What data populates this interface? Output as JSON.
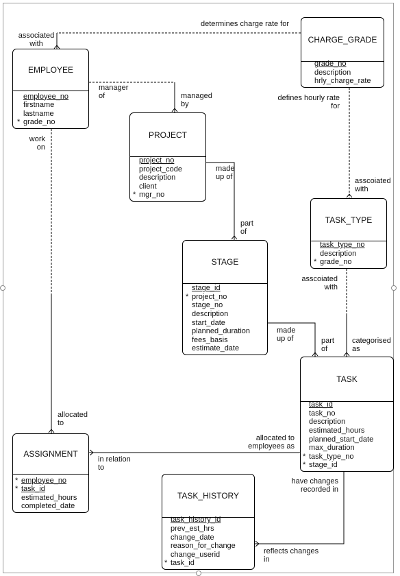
{
  "entities": {
    "employee": {
      "name": "EMPLOYEE",
      "attrs": [
        {
          "text": "employee_no",
          "mark": "",
          "key": true
        },
        {
          "text": "firstname",
          "mark": "",
          "key": false
        },
        {
          "text": "lastname",
          "mark": "",
          "key": false
        },
        {
          "text": "grade_no",
          "mark": "*",
          "key": false
        }
      ]
    },
    "charge_grade": {
      "name": "CHARGE_GRADE",
      "attrs": [
        {
          "text": "grade_no",
          "mark": "",
          "key": true
        },
        {
          "text": "description",
          "mark": "",
          "key": false
        },
        {
          "text": "hrly_charge_rate",
          "mark": "",
          "key": false
        }
      ]
    },
    "project": {
      "name": "PROJECT",
      "attrs": [
        {
          "text": "project_no",
          "mark": "",
          "key": true
        },
        {
          "text": "project_code",
          "mark": "",
          "key": false
        },
        {
          "text": "description",
          "mark": "",
          "key": false
        },
        {
          "text": "client",
          "mark": "",
          "key": false
        },
        {
          "text": "mgr_no",
          "mark": "*",
          "key": false
        }
      ]
    },
    "task_type": {
      "name": "TASK_TYPE",
      "attrs": [
        {
          "text": "task_type_no",
          "mark": "",
          "key": true
        },
        {
          "text": "description",
          "mark": "",
          "key": false
        },
        {
          "text": "grade_no",
          "mark": "*",
          "key": false
        }
      ]
    },
    "stage": {
      "name": "STAGE",
      "attrs": [
        {
          "text": "stage_id",
          "mark": "",
          "key": true
        },
        {
          "text": "project_no",
          "mark": "*",
          "key": false
        },
        {
          "text": "stage_no",
          "mark": "",
          "key": false
        },
        {
          "text": "description",
          "mark": "",
          "key": false
        },
        {
          "text": "start_date",
          "mark": "",
          "key": false
        },
        {
          "text": "planned_duration",
          "mark": "",
          "key": false
        },
        {
          "text": "fees_basis",
          "mark": "",
          "key": false
        },
        {
          "text": "estimate_date",
          "mark": "",
          "key": false
        }
      ]
    },
    "task": {
      "name": "TASK",
      "attrs": [
        {
          "text": "task_id",
          "mark": "",
          "key": true
        },
        {
          "text": "task_no",
          "mark": "",
          "key": false
        },
        {
          "text": "description",
          "mark": "",
          "key": false
        },
        {
          "text": "estimated_hours",
          "mark": "",
          "key": false
        },
        {
          "text": "planned_start_date",
          "mark": "",
          "key": false
        },
        {
          "text": "max_duration",
          "mark": "",
          "key": false
        },
        {
          "text": "task_type_no",
          "mark": "*",
          "key": false
        },
        {
          "text": "stage_id",
          "mark": "*",
          "key": false
        }
      ]
    },
    "assignment": {
      "name": "ASSIGNMENT",
      "attrs": [
        {
          "text": "employee_no",
          "mark": "*",
          "key": true
        },
        {
          "text": "task_id",
          "mark": "*",
          "key": true
        },
        {
          "text": "estimated_hours",
          "mark": "",
          "key": false
        },
        {
          "text": "completed_date",
          "mark": "",
          "key": false
        }
      ]
    },
    "task_history": {
      "name": "TASK_HISTORY",
      "attrs": [
        {
          "text": "task_history_id",
          "mark": "",
          "key": true
        },
        {
          "text": "prev_est_hrs",
          "mark": "",
          "key": false
        },
        {
          "text": "change_date",
          "mark": "",
          "key": false
        },
        {
          "text": "reason_for_change",
          "mark": "",
          "key": false
        },
        {
          "text": "change_userid",
          "mark": "",
          "key": false
        },
        {
          "text": "task_id",
          "mark": "*",
          "key": false
        }
      ]
    }
  },
  "labels": {
    "determines_charge_rate_for": "determines charge rate for",
    "associated": "associated",
    "with": "with",
    "manager": "manager",
    "of": "of",
    "managed": "managed",
    "by": "by",
    "defines_hourly_rate": "defines hourly rate",
    "for": "for",
    "work": "work",
    "on": "on",
    "made": "made",
    "up_of": "up of",
    "part": "part",
    "asscoiated": "asscoiated",
    "categorised": "categorised",
    "as": "as",
    "allocated": "allocated",
    "to": "to",
    "allocated_to": "allocated to",
    "employees_as": "employees as",
    "in_relation": "in relation",
    "have_changes": "have changes",
    "recorded_in": "recorded in",
    "reflects_changes": "reflects changes",
    "in": "in"
  }
}
